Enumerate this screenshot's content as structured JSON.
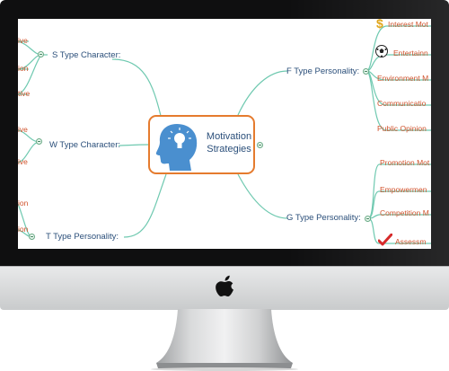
{
  "mindmap": {
    "central_topic": {
      "line1": "Motivation",
      "line2": "Strategies"
    },
    "left_branches": [
      {
        "label": "S Type Character:",
        "leaves": [
          "ive",
          "ion",
          "tive"
        ]
      },
      {
        "label": "W Type Character:",
        "leaves": [
          "ive",
          "ive"
        ]
      },
      {
        "label": "T Type Personality:",
        "leaves": [
          "ion",
          "ion"
        ]
      }
    ],
    "right_branches": [
      {
        "label": "F Type Personality:",
        "leaves": [
          {
            "text": "Interest Mot",
            "icon": "dollar-icon"
          },
          {
            "text": "Entertainn",
            "icon": "soccer-ball-icon"
          },
          {
            "text": "Environment M",
            "icon": ""
          },
          {
            "text": "Communicatio",
            "icon": ""
          },
          {
            "text": "Public Opinion",
            "icon": ""
          }
        ]
      },
      {
        "label": "G Type Personality:",
        "leaves": [
          {
            "text": "Promotion Mot",
            "icon": ""
          },
          {
            "text": "Empowermen",
            "icon": ""
          },
          {
            "text": "Competition M",
            "icon": ""
          },
          {
            "text": "Assessm",
            "icon": "checkmark-icon"
          }
        ]
      }
    ]
  },
  "colors": {
    "branch_line": "#6fc9b0",
    "center_border": "#e57b2e",
    "leaf_text": "#d0542e",
    "node_text": "#2b4f7a",
    "head_icon": "#4a8fcf"
  },
  "device": {
    "logo": "apple-logo-icon"
  }
}
